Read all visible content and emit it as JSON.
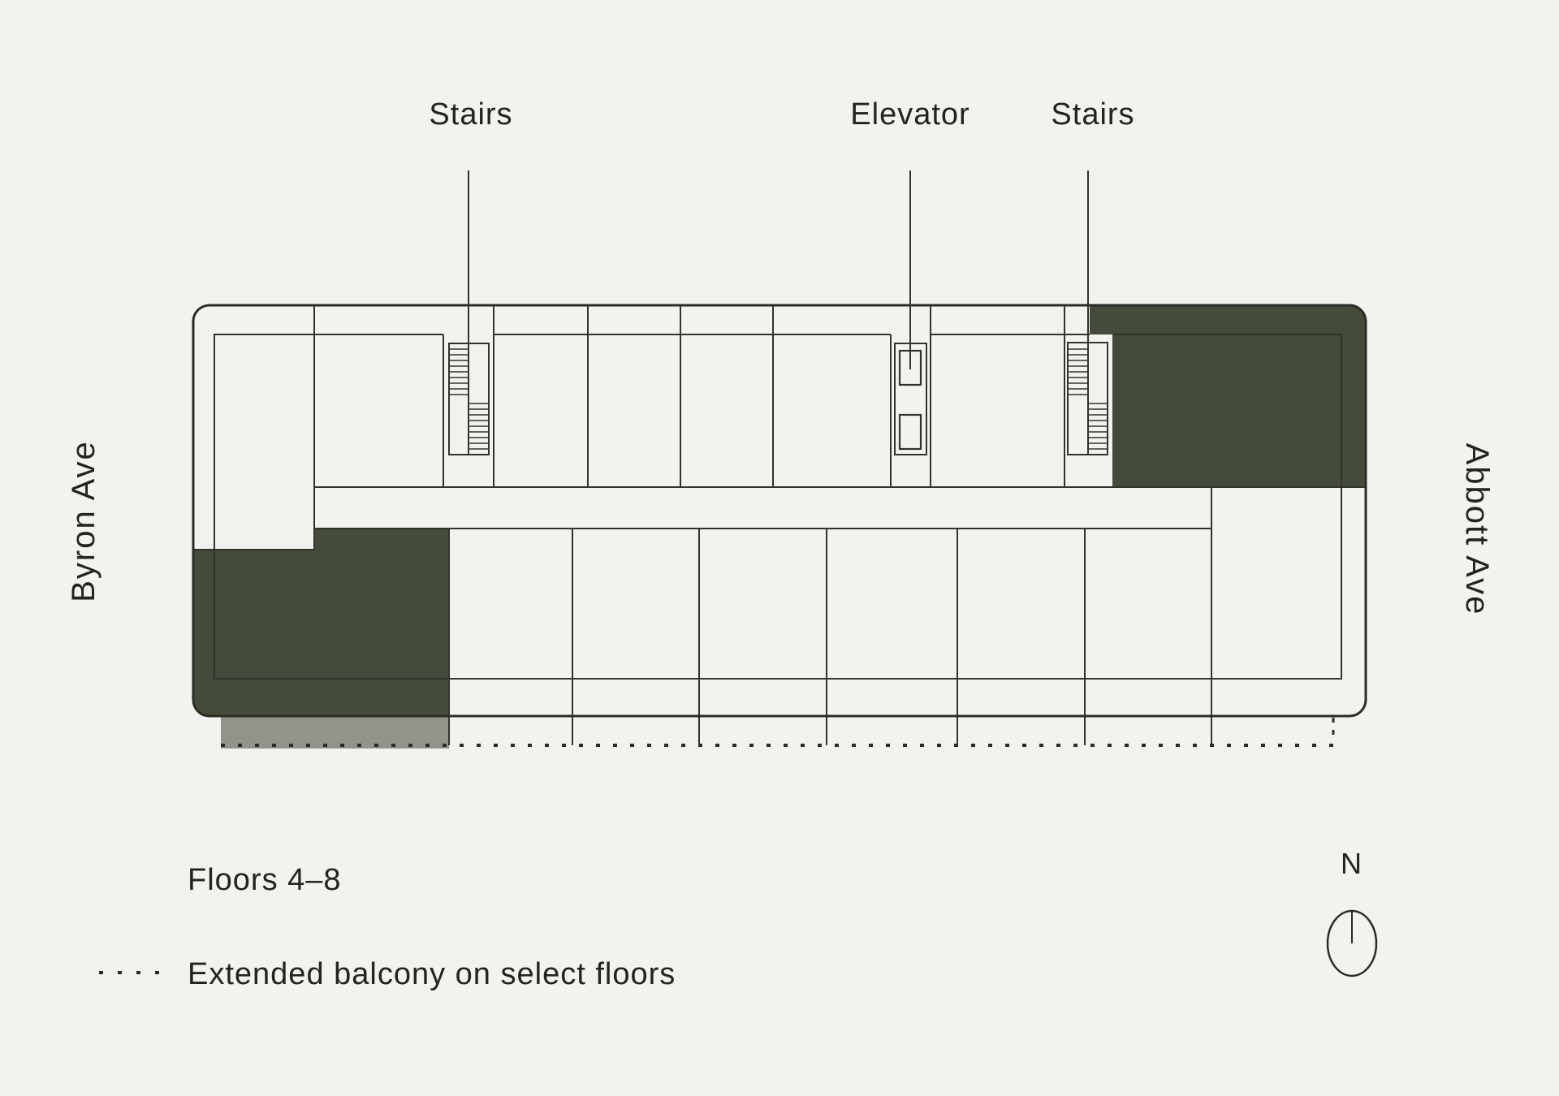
{
  "figure": {
    "background": "#f4f2ee",
    "colors": {
      "accent_green": "#444b3a",
      "balcony_gray": "#90948a",
      "wall_line": "#2c2c27",
      "text": "#232321"
    },
    "callouts": {
      "stairs_west": "Stairs",
      "elevator": "Elevator",
      "stairs_east": "Stairs"
    },
    "streets": {
      "west": "Byron Ave",
      "east": "Abbott Ave"
    },
    "floor_range_label": "Floors 4–8",
    "legend": {
      "extended_balcony": "Extended balcony on select floors"
    },
    "compass_label": "N"
  }
}
